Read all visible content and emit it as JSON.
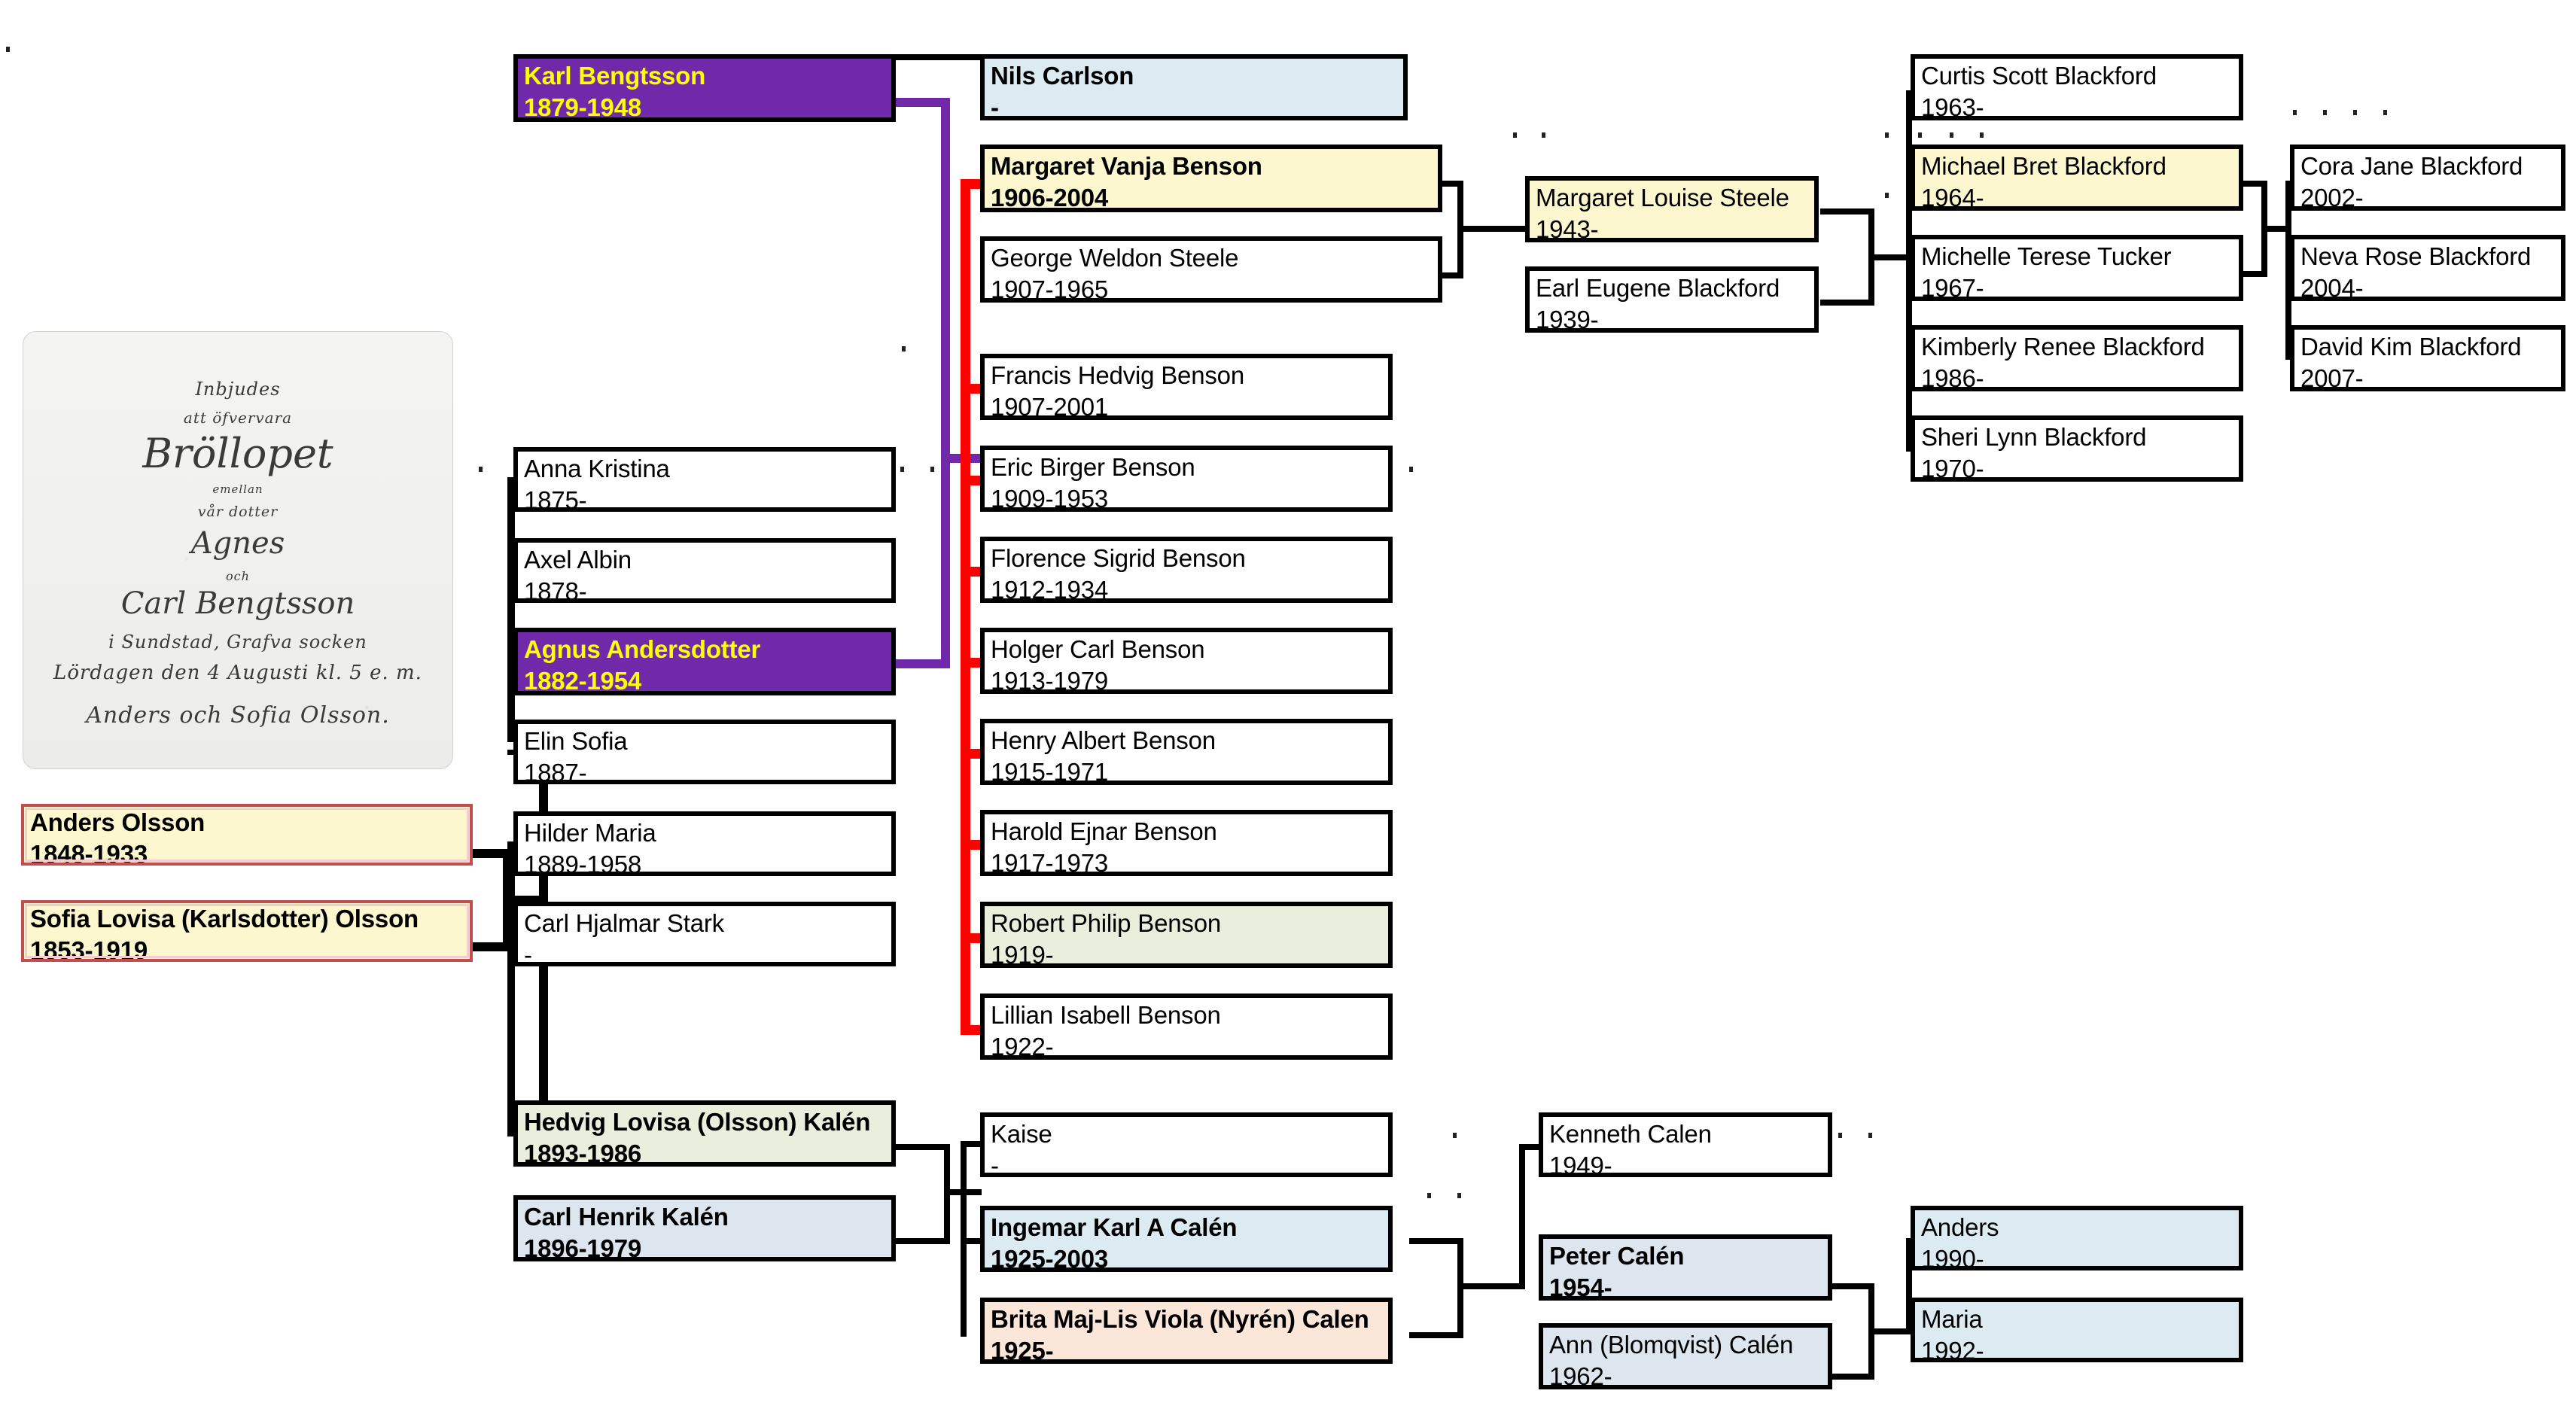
{
  "chart": {
    "title": "Family Tree Chart",
    "colors": {
      "purple_highlight": "#7029a8",
      "purple_text": "#ffff00",
      "red_connector": "#ff0000",
      "black_connector": "#000000",
      "light_blue": "#dceaf2",
      "light_yellow": "#fcf7ce",
      "light_green": "#eaeedd",
      "peach": "#fbe7da",
      "red_border": "#c0504d"
    }
  },
  "invitation": {
    "line1": "Inbjudes",
    "line2": "att öfvervara",
    "line3": "Bröllopet",
    "line4": "emellan",
    "line5": "vår dotter",
    "line6": "Agnes",
    "line7": "och",
    "line8": "Carl Bengtsson",
    "line9": "i Sundstad, Grafva socken",
    "line10": "Lördagen den 4 Augusti kl. 5 e. m.",
    "line11": "Anders och Sofia Olsson."
  },
  "people": {
    "karl_bengtsson": {
      "name": "Karl Bengtsson",
      "dates": "1879-1948"
    },
    "agnus_andersdotter": {
      "name": "Agnus Andersdotter",
      "dates": "1882-1954"
    },
    "anders_olsson": {
      "name": "Anders Olsson",
      "dates": "1848-1933"
    },
    "sofia_lovisa_olsson": {
      "name": "Sofia Lovisa (Karlsdotter) Olsson",
      "dates": "1853-1919"
    },
    "anna_kristina": {
      "name": "Anna Kristina",
      "dates": "1875-"
    },
    "axel_albin": {
      "name": "Axel Albin",
      "dates": "1878-"
    },
    "elin_sofia": {
      "name": "Elin Sofia",
      "dates": "1887-"
    },
    "hilder_maria": {
      "name": "Hilder Maria",
      "dates": "1889-1958"
    },
    "carl_hjalmar_stark": {
      "name": "Carl Hjalmar Stark",
      "dates": "-"
    },
    "hedvig_lovisa_kalen": {
      "name": "Hedvig Lovisa (Olsson) Kalén",
      "dates": "1893-1986"
    },
    "carl_henrik_kalen": {
      "name": "Carl Henrik Kalén",
      "dates": "1896-1979"
    },
    "nils_carlson": {
      "name": "Nils Carlson",
      "dates": "-"
    },
    "margaret_vanja_benson": {
      "name": "Margaret Vanja Benson",
      "dates": "1906-2004"
    },
    "george_weldon_steele": {
      "name": "George Weldon Steele",
      "dates": "1907-1965"
    },
    "francis_hedvig_benson": {
      "name": "Francis Hedvig Benson",
      "dates": "1907-2001"
    },
    "eric_birger_benson": {
      "name": "Eric Birger Benson",
      "dates": "1909-1953"
    },
    "florence_sigrid_benson": {
      "name": "Florence Sigrid Benson",
      "dates": "1912-1934"
    },
    "holger_carl_benson": {
      "name": "Holger Carl Benson",
      "dates": "1913-1979"
    },
    "henry_albert_benson": {
      "name": "Henry Albert Benson",
      "dates": "1915-1971"
    },
    "harold_ejnar_benson": {
      "name": "Harold Ejnar Benson",
      "dates": "1917-1973"
    },
    "robert_philip_benson": {
      "name": "Robert Philip Benson",
      "dates": "1919-"
    },
    "lillian_isabell_benson": {
      "name": "Lillian Isabell Benson",
      "dates": "1922-"
    },
    "kaise": {
      "name": "Kaise",
      "dates": "-"
    },
    "ingemar_karl_a_calen": {
      "name": "Ingemar Karl A Calén",
      "dates": "1925-2003"
    },
    "brita_calen": {
      "name": "Brita Maj-Lis Viola (Nyrén) Calen",
      "dates": "1925-"
    },
    "margaret_louise_steele": {
      "name": "Margaret Louise Steele",
      "dates": "1943-"
    },
    "earl_eugene_blackford": {
      "name": "Earl Eugene Blackford",
      "dates": "1939-"
    },
    "kenneth_calen": {
      "name": "Kenneth Calen",
      "dates": "1949-"
    },
    "peter_calen": {
      "name": "Peter Calén",
      "dates": "1954-"
    },
    "ann_blomqvist_calen": {
      "name": "Ann (Blomqvist) Calén",
      "dates": "1962-"
    },
    "curtis_scott_blackford": {
      "name": "Curtis Scott Blackford",
      "dates": "1963-"
    },
    "michael_bret_blackford": {
      "name": "Michael Bret Blackford",
      "dates": "1964-"
    },
    "michelle_terese_tucker": {
      "name": "Michelle Terese Tucker",
      "dates": "1967-"
    },
    "kimberly_renee_blackford": {
      "name": "Kimberly Renee  Blackford",
      "dates": "1986-"
    },
    "sheri_lynn_blackford": {
      "name": "Sheri Lynn Blackford",
      "dates": "1970-"
    },
    "anders_calen": {
      "name": "Anders",
      "dates": "1990-"
    },
    "maria_calen": {
      "name": "Maria",
      "dates": "1992-"
    },
    "cora_jane_blackford": {
      "name": "Cora Jane Blackford",
      "dates": "2002-"
    },
    "neva_rose_blackford": {
      "name": "Neva Rose Blackford",
      "dates": "2004-"
    },
    "david_kim_blackford": {
      "name": "David Kim Blackford",
      "dates": "2007-"
    }
  }
}
